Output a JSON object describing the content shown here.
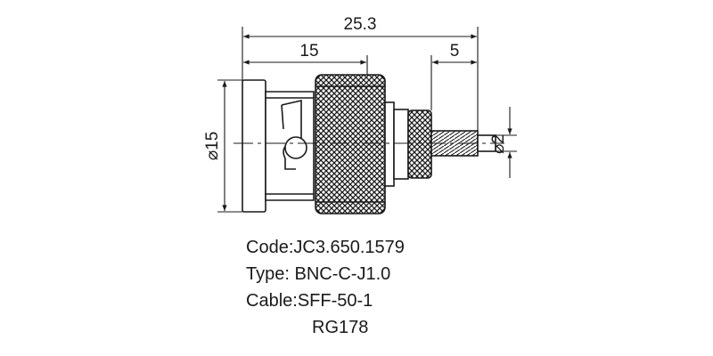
{
  "dimensions": {
    "overall_length": "25.3",
    "body_length": "15",
    "cable_length": "5",
    "body_diameter": "⌀15",
    "cable_diameter": "⌀2"
  },
  "specs": {
    "code": "Code:JC3.650.1579",
    "type": "Type: BNC-C-J1.0",
    "cable": "Cable:SFF-50-1",
    "cable_alt": "RG178"
  },
  "colors": {
    "line": "#1a1a1a",
    "background": "#ffffff"
  }
}
